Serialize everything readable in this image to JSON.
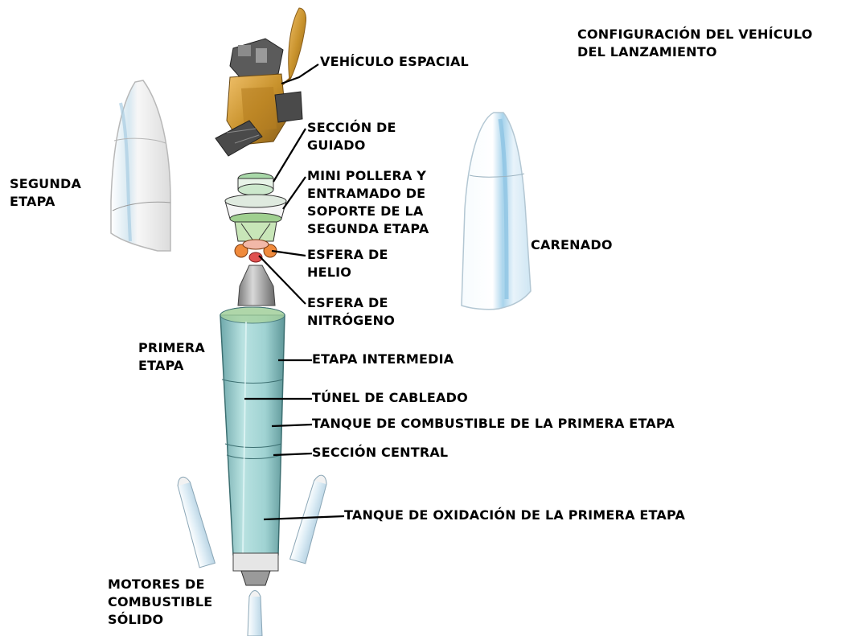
{
  "title": [
    "CONFIGURACIÓN DEL VEHÍCULO",
    "DEL LANZAMIENTO"
  ],
  "colors": {
    "body": "#9fd2d2",
    "body_shade": "#6fa9ab",
    "fairing": "#e4f0f7",
    "fairing_stripe": "#9ccbe6",
    "shell": "#f2f2f2",
    "gold": "#c8922c",
    "panel": "#4a4a4a"
  },
  "labels": {
    "spacecraft": [
      "VEHÍCULO ESPACIAL"
    ],
    "guidance": [
      "SECCIÓN DE",
      "GUIADO"
    ],
    "miniskirt": [
      "MINI POLLERA Y",
      "ENTRAMADO DE",
      "SOPORTE DE LA",
      "SEGUNDA ETAPA"
    ],
    "helium": [
      "ESFERA DE",
      "HELIO"
    ],
    "nitrogen": [
      "ESFERA DE",
      "NITRÓGENO"
    ],
    "second_stage": [
      "SEGUNDA",
      "ETAPA"
    ],
    "fairing": [
      "CARENADO"
    ],
    "first_stage": [
      "PRIMERA",
      "ETAPA"
    ],
    "interstage": [
      "ETAPA INTERMEDIA"
    ],
    "wiring_tunnel": [
      "TÚNEL DE CABLEADO"
    ],
    "fuel_tank": [
      "TANQUE DE COMBUSTIBLE DE LA PRIMERA ETAPA"
    ],
    "centerbody": [
      "SECCIÓN CENTRAL"
    ],
    "oxidizer_tank": [
      "TANQUE DE OXIDACIÓN DE LA PRIMERA ETAPA"
    ],
    "solid_motors": [
      "MOTORES DE",
      "COMBUSTIBLE",
      "SÓLIDO"
    ]
  }
}
